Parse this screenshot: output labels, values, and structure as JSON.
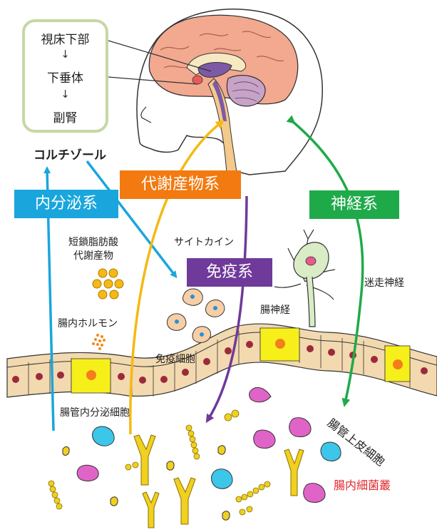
{
  "hpa_axis": {
    "items": [
      "視床下部",
      "下垂体",
      "副腎"
    ],
    "arrow_glyph": "↓"
  },
  "hormone": "コルチゾール",
  "systems": {
    "endocrine": {
      "label": "内分泌系",
      "color": "#1aa6dc"
    },
    "metabolite": {
      "label": "代謝産物系",
      "color": "#f27a10"
    },
    "immune": {
      "label": "免疫系",
      "color": "#6f3a9a"
    },
    "nervous": {
      "label": "神経系",
      "color": "#1faa4a"
    }
  },
  "labels": {
    "scfa": "短鎖脂肪酸\n代謝産物",
    "gut_hormone": "腸内ホルモン",
    "cytokine": "サイトカイン",
    "immune_cells": "免疫細胞",
    "enteric_nerve": "腸神経",
    "vagus": "迷走神経",
    "enteroendocrine": "腸管内分泌細胞",
    "epithelium": "腸管上皮細胞",
    "microbiota": "腸内細菌叢"
  },
  "colors": {
    "arrow_yellow": "#f5b915",
    "microbiota_text": "#e0282d",
    "epithelium_fill": "#f2d9b0",
    "nucleus": "#9c2a3a",
    "endocrine_cell": "#f7ef1a"
  }
}
